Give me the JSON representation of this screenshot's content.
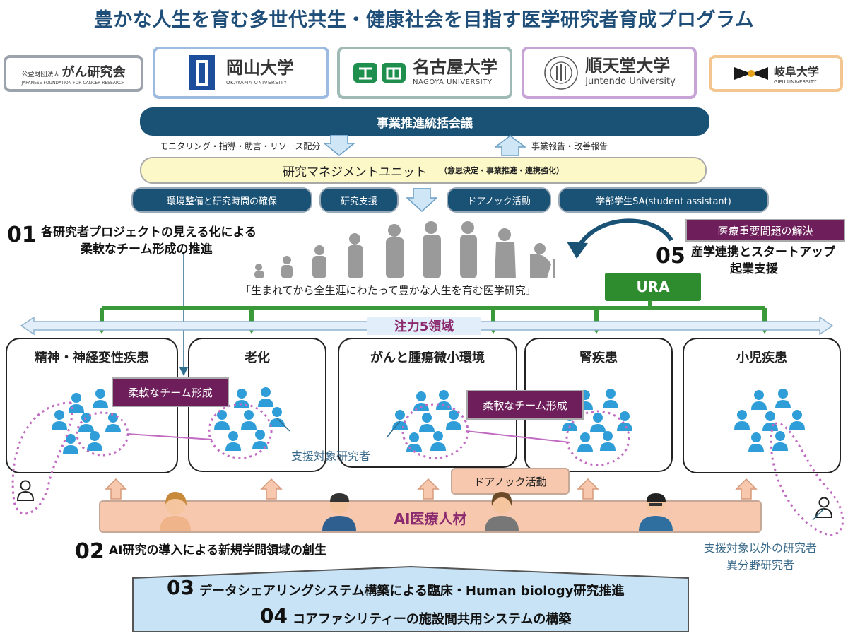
{
  "title": "豊かな人生を育む多世代共生・健康社会を目指す医学研究者育成プログラム",
  "logos": {
    "jfcr_prefix": "公益財団法人",
    "jfcr_name": "がん研究会",
    "jfcr_en": "JAPANESE FOUNDATION FOR CANCER RESEARCH",
    "okayama_name": "岡山大学",
    "okayama_en": "OKAYAMA UNIVERSITY",
    "nagoya_name": "名古屋大学",
    "nagoya_en": "NAGOYA UNIVERSITY",
    "juntendo_name": "順天堂大学",
    "juntendo_en": "Juntendo University",
    "gifu_name": "岐阜大学",
    "gifu_en": "GIFU UNIVERSITY"
  },
  "council": "事業推進統括会議",
  "arrow_down_label": "モニタリング・指導・助言・リソース配分",
  "arrow_up_label": "事業報告・改善報告",
  "management_unit": "研究マネジメントユニット",
  "management_sub": "（意思決定・事業推進・連携強化）",
  "pills": [
    "環境整備と研究時間の確保",
    "研究支援",
    "ドアノック活動",
    "学部学生SA(student assistant)"
  ],
  "item01": {
    "num": "01",
    "line1": "各研究者プロジェクトの見える化による",
    "line2": "柔軟なチーム形成の推進"
  },
  "item05": {
    "tag": "医療重要問題の解決",
    "num": "05",
    "line1": "産学連携とスタートアップ",
    "line2": "起業支援"
  },
  "lifetime_caption": "「生まれてから全生涯にわたって豊かな人生を育む医学研究」",
  "ura": "URA",
  "focus_label": "注力5領域",
  "domains": [
    "精神・神経変性疾患",
    "老化",
    "がんと腫瘍微小環境",
    "腎疾患",
    "小児疾患"
  ],
  "team_tag_1": "柔軟なチーム形成",
  "team_tag_2": "柔軟なチーム形成",
  "supported_researchers": "支援対象研究者",
  "door_knock": "ドアノック活動",
  "ai_talent": "AI医療人材",
  "item02": {
    "num": "02",
    "text": "AI研究の導入による新規学問領域の創生"
  },
  "others_line1": "支援対象以外の研究者",
  "others_line2": "異分野研究者",
  "item03": {
    "num": "03",
    "text": "データシェアリングシステム構築による臨床・Human biology研究推進"
  },
  "item04": {
    "num": "04",
    "text": "コアファシリティーの施設間共用システムの構築"
  },
  "colors": {
    "navy": "#1a5276",
    "title_blue": "#1f4e79",
    "purple": "#6e1f5b",
    "ura_green": "#2e8b2e",
    "person_blue": "#2f9ed8",
    "orange": "#f7c8ad"
  }
}
